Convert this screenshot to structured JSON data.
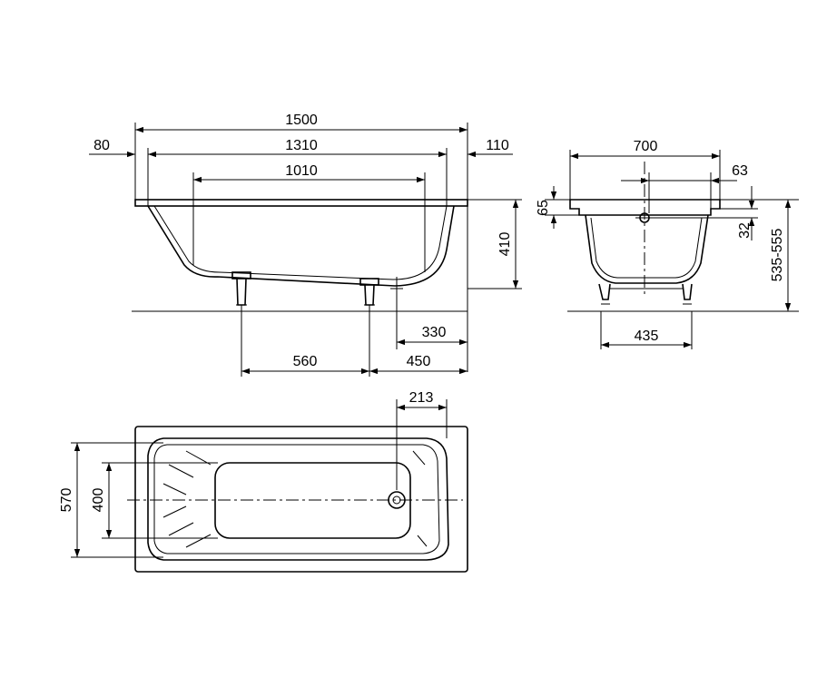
{
  "dimensions": {
    "length_total": "1500",
    "length_inner": "1310",
    "length_bottom": "1010",
    "rim_left": "80",
    "rim_right": "110",
    "height": "410",
    "feet_spacing": "560",
    "foot_to_end": "450",
    "drain_offset": "330",
    "width_total": "700",
    "overflow_offset": "63",
    "rim_height": "65",
    "overflow_height": "32",
    "install_height": "535-555",
    "feet_width": "435",
    "drain_from_end": "213",
    "plan_width": "570",
    "plan_bottom_width": "400"
  }
}
